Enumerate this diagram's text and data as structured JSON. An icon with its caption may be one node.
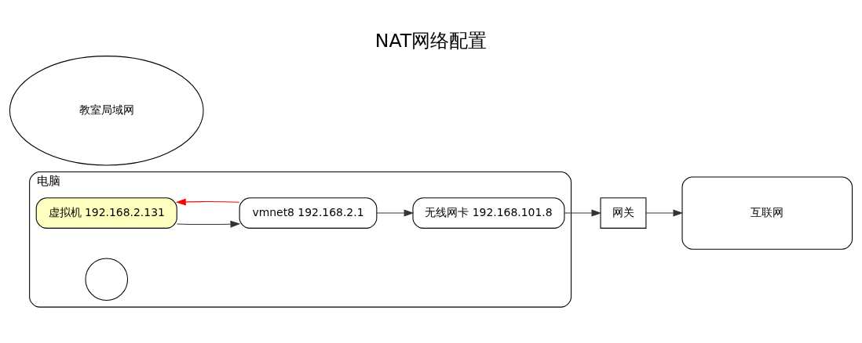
{
  "diagram": {
    "title": "NAT网络配置",
    "nodes": [
      {
        "text": [
          "电脑"
        ]
      },
      {
        "text": [
          "虚拟机 192.168.2.131"
        ],
        "in": 0
      },
      {
        "text": [],
        "shape": "circle",
        "in": 0
      },
      {
        "text": [
          "vmnet8 192.168.2.1"
        ],
        "in": 0
      },
      {
        "text": [
          "无线网卡 192.168.101.8"
        ],
        "in": 0
      },
      {
        "text": [
          "教室局域网"
        ]
      },
      {
        "text": [
          "网关"
        ]
      },
      {
        "text": [
          "互联网"
        ]
      }
    ],
    "edges": [
      {
        "from": 1,
        "to": 3,
        "arrow": "to"
      },
      {
        "from": 3,
        "to": 1,
        "arrow": "to",
        "color": "#ff0000"
      },
      {
        "from": 3,
        "to": 4,
        "arrow": "to"
      },
      {
        "from": 4,
        "to": 6,
        "arrow": "to"
      },
      {
        "from": 6,
        "to": 7,
        "arrow": "to"
      }
    ]
  }
}
